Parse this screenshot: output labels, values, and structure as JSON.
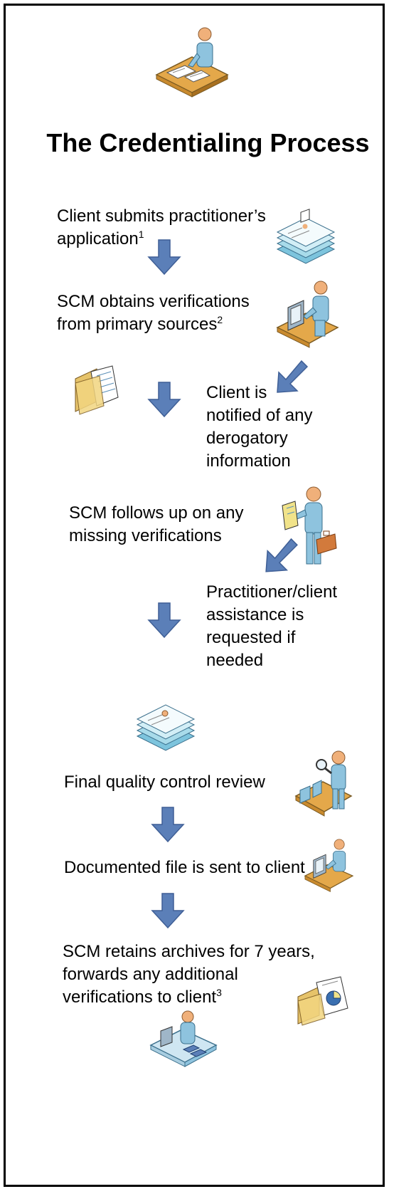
{
  "title": "The Credentialing Process",
  "steps": [
    {
      "line1": "Client submits practitioner’s",
      "line2": "application",
      "sup": "1"
    },
    {
      "line1": "SCM obtains verifications",
      "line2": "from primary sources",
      "sup": "2"
    },
    {
      "line1": "Client is",
      "line2": "notified of any",
      "line3": "derogatory",
      "line4": "information"
    },
    {
      "line1": "SCM follows up on any",
      "line2": "missing verifications"
    },
    {
      "line1": "Practitioner/client",
      "line2": "assistance is",
      "line3": "requested if",
      "line4": "needed"
    },
    {
      "line1": "Final quality control review"
    },
    {
      "line1": "Documented file is sent to client"
    },
    {
      "line1": "SCM retains archives for 7 years,",
      "line2": "forwards any additional",
      "line3": "verifications to client",
      "sup": "3"
    }
  ],
  "icons": {
    "header": "person-at-desk-icon",
    "documents": "document-stack-icon",
    "computer": "person-at-computer-icon",
    "folder": "folder-icon",
    "standing": "person-with-briefcase-icon",
    "inspector": "quality-inspector-icon",
    "archive": "archive-workstation-icon",
    "chart_folder": "folder-with-chart-icon"
  },
  "colors": {
    "arrow": "#5b7fb8",
    "arrow_stroke": "#3f5f96",
    "person": "#8ec3de",
    "skin": "#f0b07a",
    "desk": "#e4a84a"
  }
}
